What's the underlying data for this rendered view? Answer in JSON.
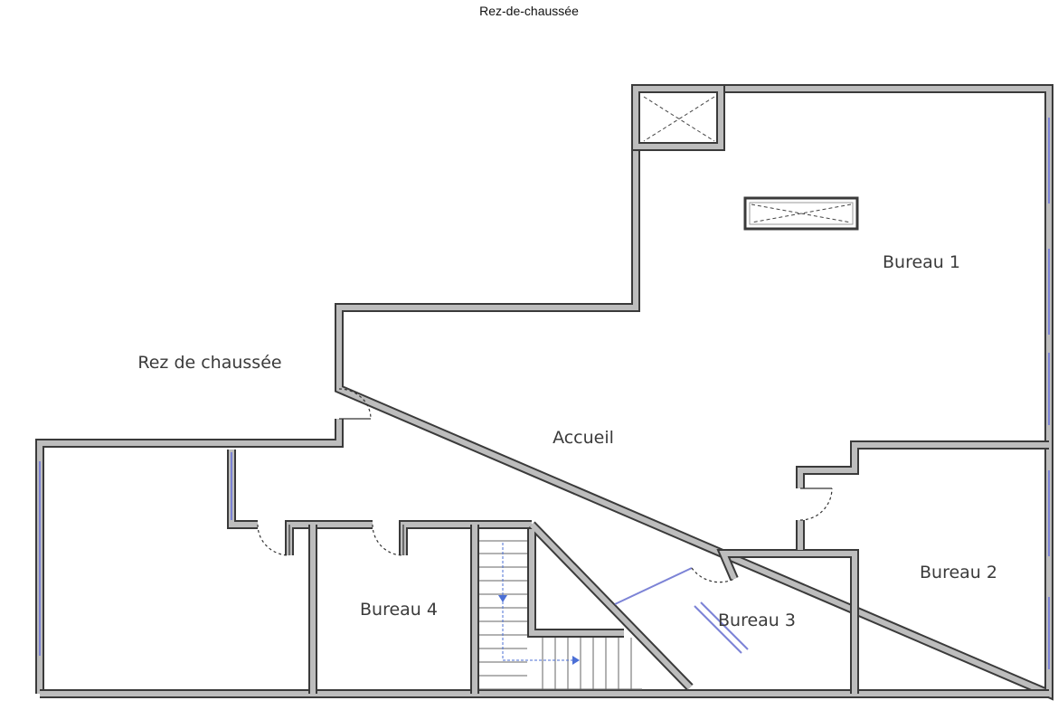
{
  "title": "Rez-de-chaussée",
  "rooms": {
    "rez_de_chaussee": "Rez de chaussée",
    "accueil": "Accueil",
    "bureau_1": "Bureau 1",
    "bureau_2": "Bureau 2",
    "bureau_3": "Bureau 3",
    "bureau_4": "Bureau 4"
  },
  "colors": {
    "wall_outline": "#3a3a3a",
    "wall_fill": "#bdbdbd",
    "window": "#7c83d6",
    "stair_arrow": "#4b6fd6"
  }
}
